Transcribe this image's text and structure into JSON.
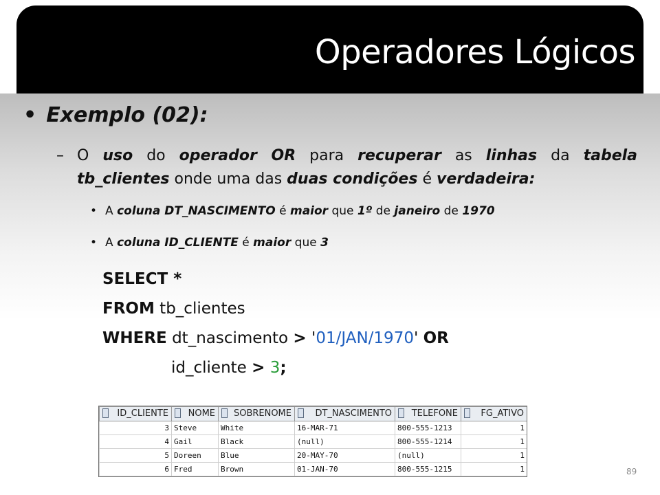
{
  "title": "Operadores Lógicos",
  "bullet_main": "Exemplo (02):",
  "sub": {
    "dash": "–",
    "segments": [
      {
        "t": "O ",
        "s": ""
      },
      {
        "t": "uso",
        "s": "bi"
      },
      {
        "t": " do ",
        "s": ""
      },
      {
        "t": "operador OR",
        "s": "bi"
      },
      {
        "t": " para ",
        "s": ""
      },
      {
        "t": "recuperar",
        "s": "bi"
      },
      {
        "t": " as ",
        "s": ""
      },
      {
        "t": "linhas",
        "s": "bi"
      },
      {
        "t": " da ",
        "s": ""
      },
      {
        "t": "tabela tb_clientes",
        "s": "bi"
      },
      {
        "t": " onde uma das ",
        "s": ""
      },
      {
        "t": "duas condições",
        "s": "bi"
      },
      {
        "t": " é ",
        "s": ""
      },
      {
        "t": "verdadeira:",
        "s": "bi"
      }
    ]
  },
  "conditions": [
    {
      "segments": [
        {
          "t": "A ",
          "s": ""
        },
        {
          "t": "coluna DT_NASCIMENTO",
          "s": "bi"
        },
        {
          "t": " é ",
          "s": ""
        },
        {
          "t": "maior",
          "s": "bi"
        },
        {
          "t": " que ",
          "s": ""
        },
        {
          "t": "1º",
          "s": "bi"
        },
        {
          "t": " de ",
          "s": ""
        },
        {
          "t": "janeiro",
          "s": "bi"
        },
        {
          "t": " de ",
          "s": ""
        },
        {
          "t": "1970",
          "s": "bi"
        }
      ]
    },
    {
      "segments": [
        {
          "t": "A ",
          "s": ""
        },
        {
          "t": "coluna ID_CLIENTE",
          "s": "bi"
        },
        {
          "t": " é ",
          "s": ""
        },
        {
          "t": "maior",
          "s": "bi"
        },
        {
          "t": " que ",
          "s": ""
        },
        {
          "t": "3",
          "s": "bi"
        }
      ]
    }
  ],
  "code": {
    "line1": {
      "kw": "SELECT *"
    },
    "line2": {
      "kw": "FROM",
      "rest": " tb_clientes"
    },
    "line3": {
      "kw": "WHERE",
      "col": " dt_nascimento ",
      "op": ">",
      "pre": " '",
      "str": "01/JAN/1970",
      "post": "' ",
      "kw2": "OR"
    },
    "line4": {
      "col": "id_cliente ",
      "op": ">",
      "sp": " ",
      "num": "3",
      "semi": ";"
    }
  },
  "table": {
    "columns": [
      "ID_CLIENTE",
      "NOME",
      "SOBRENOME",
      "DT_NASCIMENTO",
      "TELEFONE",
      "FG_ATIVO"
    ],
    "rows": [
      [
        "3",
        "Steve",
        "White",
        "16-MAR-71",
        "800-555-1213",
        "1"
      ],
      [
        "4",
        "Gail",
        "Black",
        "(null)",
        "800-555-1214",
        "1"
      ],
      [
        "5",
        "Doreen",
        "Blue",
        "20-MAY-70",
        "(null)",
        "1"
      ],
      [
        "6",
        "Fred",
        "Brown",
        "01-JAN-70",
        "800-555-1215",
        "1"
      ]
    ]
  },
  "page_number": "89"
}
